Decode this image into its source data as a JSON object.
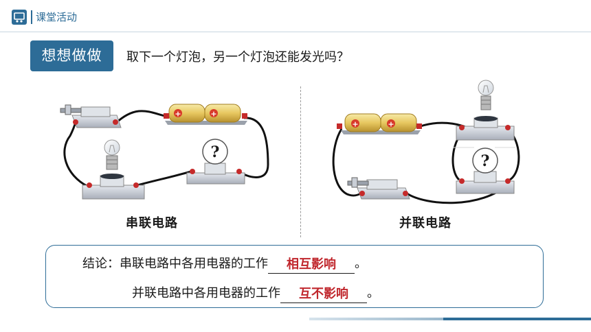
{
  "header": {
    "title": "课堂活动"
  },
  "badge": {
    "label": "想想做做"
  },
  "question": "取下一个灯泡，另一个灯泡还能发光吗？",
  "circuits": {
    "series_caption": "串联电路",
    "parallel_caption": "并联电路",
    "bulb_unknown_mark": "?",
    "battery_mark": "+"
  },
  "conclusion": {
    "lead": "结论：",
    "line1_text": "串联电路中各用电器的工作",
    "line1_answer": "相互影响",
    "line2_text": "并联电路中各用电器的工作",
    "line2_answer": "互不影响",
    "end_mark": "。"
  },
  "colors": {
    "accent": "#2d6c97",
    "answer": "#c0272d"
  }
}
